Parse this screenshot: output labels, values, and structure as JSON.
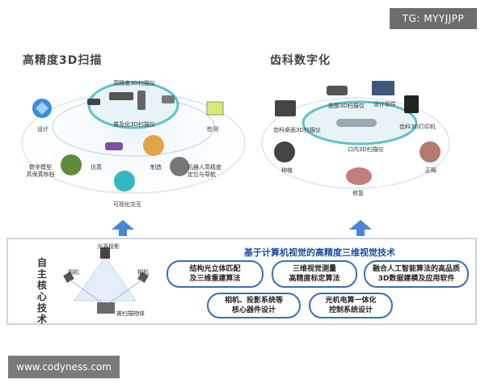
{
  "watermarks": {
    "tg": "TG: MYYJJPP",
    "site": "www.codyness.com"
  },
  "left_section": {
    "title": "高精度3D扫描",
    "labels": {
      "top": "高精度3D扫描仪",
      "middle": "普及化3D扫描仪",
      "design": "设计",
      "inspection": "检测",
      "digital_model_1": "数字模型",
      "digital_model_2": "高保真存档",
      "simulation": "仿真",
      "manufacturing": "制造",
      "robot_1": "机器人高精度",
      "robot_2": "定位与导航",
      "visual_interaction": "可视化交互"
    }
  },
  "right_section": {
    "title": "齿科数字化",
    "labels": {
      "face_scanner": "面部3D扫描仪",
      "design_software": "设计软件",
      "desktop_scanner": "齿科桌面3D扫描仪",
      "printer": "齿科3D打印机",
      "intraoral": "口内3D扫描仪",
      "implant": "种植",
      "orthodontics": "正畸",
      "restoration": "修复"
    }
  },
  "core_tech": {
    "side_label": [
      "自",
      "主",
      "核",
      "心",
      "技",
      "术"
    ],
    "title": "基于计算机视觉的高精度三维视觉技术",
    "diagram_labels": {
      "projector": "光源投影",
      "camera_left": "相机",
      "camera_right": "相机",
      "object": "被扫描物体"
    },
    "pills": [
      [
        "结构光立体匹配",
        "及三维重建算法"
      ],
      [
        "三维视觉测量",
        "高精度标定算法"
      ],
      [
        "融合人工智能算法的高品质",
        "3D数据建模及应用软件"
      ],
      [
        "相机、投影系统等",
        "核心器件设计"
      ],
      [
        "光机电算一体化",
        "控制系统设计"
      ]
    ]
  },
  "colors": {
    "accent_blue": "#3a6fb8",
    "title_blue": "#1d4c9f",
    "arrow_blue": "#4a86d6",
    "ring_teal": "#5fc2c9"
  }
}
